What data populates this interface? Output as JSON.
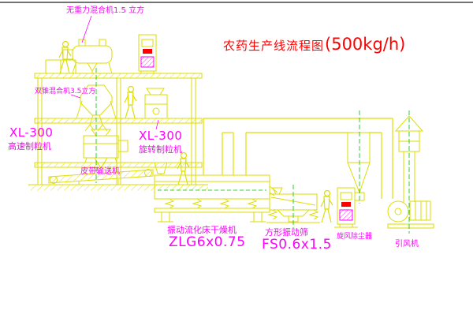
{
  "title": {
    "zh": "农药生产线流程图",
    "capacity": "(500kg/h)"
  },
  "colors": {
    "equipment_line": "#dede00",
    "label": "#ff00ff",
    "title": "#ff0000",
    "centerline": "#00c000",
    "panel_screen": "#ff0000",
    "top_border": "#444444"
  },
  "labels": {
    "top_mixer": "无重力混合机1.5 立方",
    "double_cone_mixer": "双锥混合机3.5立方",
    "granulator_left_model": "XL-300",
    "granulator_left_name": "高速制粒机",
    "granulator_right_model": "XL-300",
    "granulator_right_name": "旋转制粒机",
    "belt_conveyor": "皮带输送机",
    "dryer_name": "振动流化床干燥机",
    "dryer_model": "ZLG6x0.75",
    "screen_name": "方形振动筛",
    "screen_model": "FS0.6x1.5",
    "cyclone": "旋风除尘器",
    "fan": "引风机"
  }
}
